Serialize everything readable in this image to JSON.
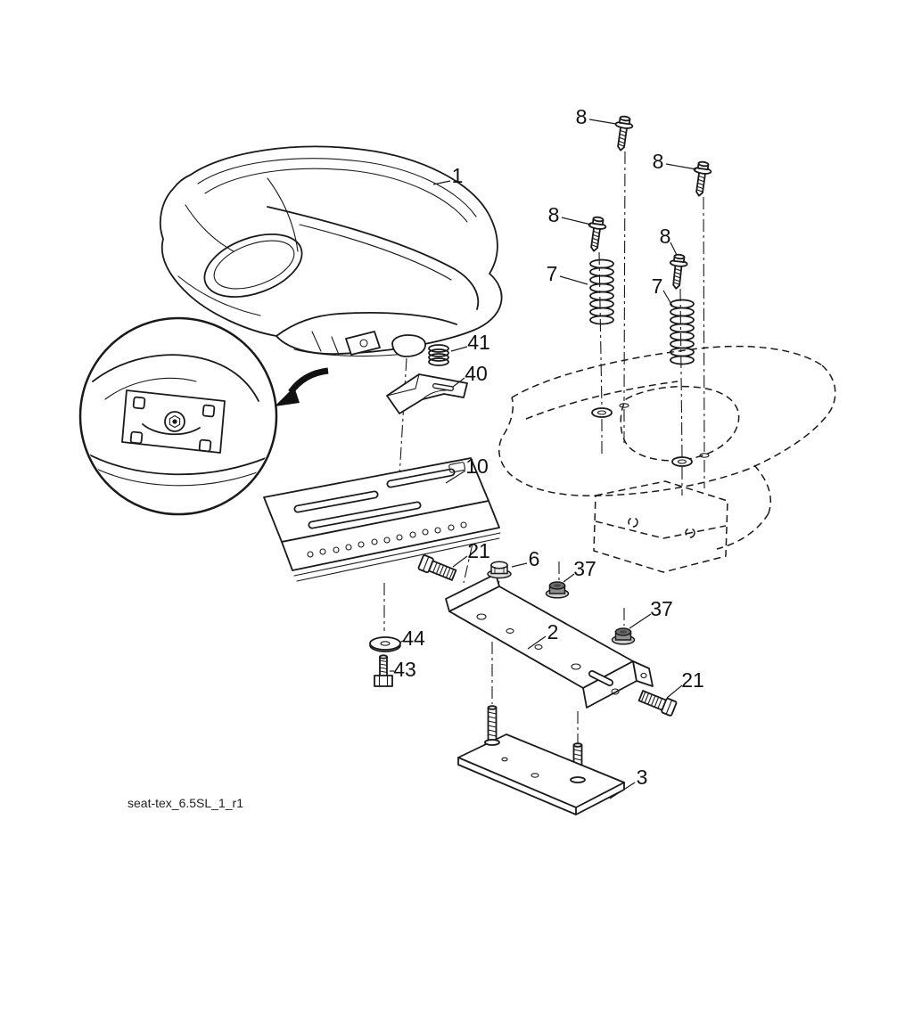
{
  "colors": {
    "background": "#ffffff",
    "line": "#1a1a1a"
  },
  "diagram": {
    "filename": "seat-tex_6.5SL_1_r1"
  },
  "callouts": [
    {
      "part": "1"
    },
    {
      "part": "8"
    },
    {
      "part": "8"
    },
    {
      "part": "8"
    },
    {
      "part": "8"
    },
    {
      "part": "7"
    },
    {
      "part": "7"
    },
    {
      "part": "41"
    },
    {
      "part": "40"
    },
    {
      "part": "10"
    },
    {
      "part": "21"
    },
    {
      "part": "6"
    },
    {
      "part": "37"
    },
    {
      "part": "37"
    },
    {
      "part": "2"
    },
    {
      "part": "21"
    },
    {
      "part": "44"
    },
    {
      "part": "43"
    },
    {
      "part": "3"
    }
  ]
}
